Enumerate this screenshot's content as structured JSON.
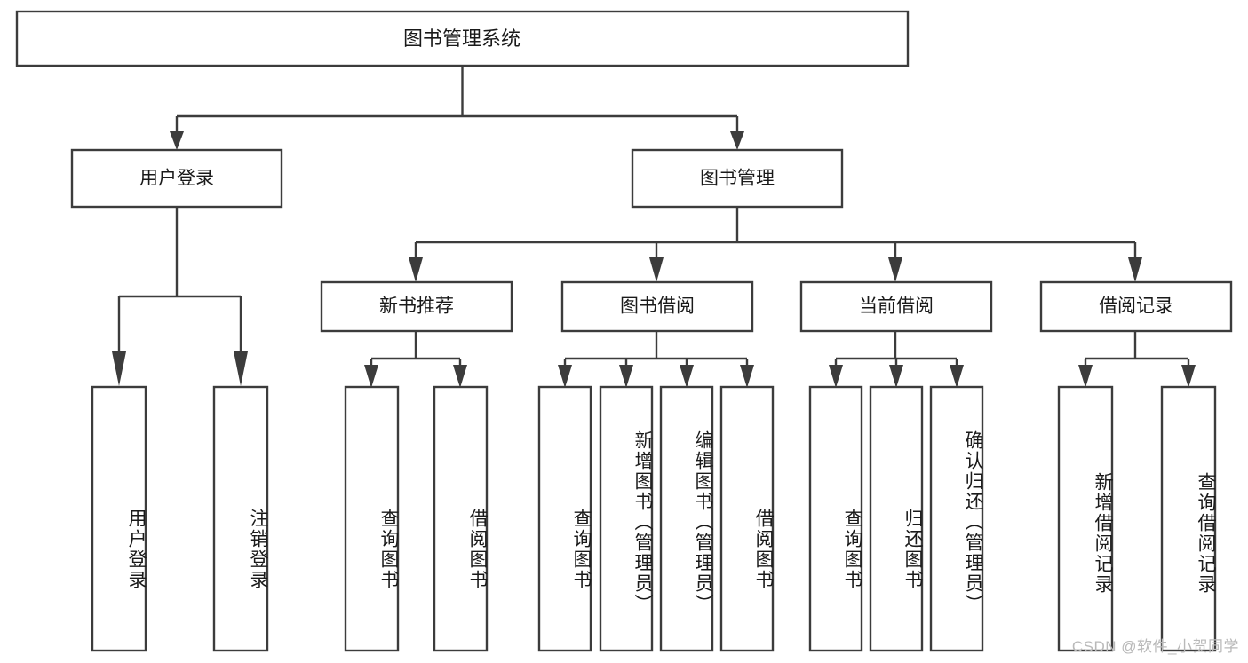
{
  "diagram": {
    "title": "图书管理系统",
    "type": "hierarchy-tree",
    "watermark": "CSDN @软件_小贺同学",
    "root": {
      "id": "root",
      "label": "图书管理系统"
    },
    "level2": [
      {
        "id": "user-login",
        "label": "用户登录"
      },
      {
        "id": "book-manage",
        "label": "图书管理"
      }
    ],
    "level3": [
      {
        "id": "new-book-rec",
        "label": "新书推荐",
        "parent": "book-manage"
      },
      {
        "id": "book-borrow",
        "label": "图书借阅",
        "parent": "book-manage"
      },
      {
        "id": "current-borrow",
        "label": "当前借阅",
        "parent": "book-manage"
      },
      {
        "id": "borrow-record",
        "label": "借阅记录",
        "parent": "book-manage"
      }
    ],
    "leaves": [
      {
        "id": "leaf-user-login",
        "label": "用户登录",
        "parent": "user-login"
      },
      {
        "id": "leaf-logout",
        "label": "注销登录",
        "parent": "user-login"
      },
      {
        "id": "leaf-query-book-1",
        "label": "查询图书",
        "parent": "new-book-rec"
      },
      {
        "id": "leaf-borrow-book-1",
        "label": "借阅图书",
        "parent": "new-book-rec"
      },
      {
        "id": "leaf-query-book-2",
        "label": "查询图书",
        "parent": "book-borrow"
      },
      {
        "id": "leaf-add-book",
        "label": "新增图书（管理员）",
        "parent": "book-borrow"
      },
      {
        "id": "leaf-edit-book",
        "label": "编辑图书（管理员）",
        "parent": "book-borrow"
      },
      {
        "id": "leaf-borrow-book-2",
        "label": "借阅图书",
        "parent": "book-borrow"
      },
      {
        "id": "leaf-query-book-3",
        "label": "查询图书",
        "parent": "current-borrow"
      },
      {
        "id": "leaf-return-book",
        "label": "归还图书",
        "parent": "current-borrow"
      },
      {
        "id": "leaf-confirm-return",
        "label": "确认归还（管理员）",
        "parent": "current-borrow"
      },
      {
        "id": "leaf-add-record",
        "label": "新增借阅记录",
        "parent": "borrow-record"
      },
      {
        "id": "leaf-query-record",
        "label": "查询借阅记录",
        "parent": "borrow-record"
      }
    ],
    "colors": {
      "box_stroke": "#3c3c3c",
      "box_fill": "#ffffff",
      "connector": "#3c3c3c",
      "text": "#1a1a1a",
      "background": "#ffffff",
      "watermark": "#b9b9b9"
    }
  }
}
